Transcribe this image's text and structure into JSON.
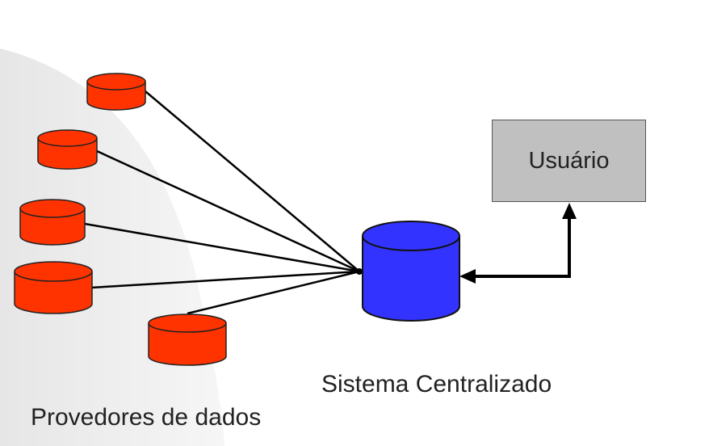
{
  "labels": {
    "providers": "Provedores  de dados",
    "central_system": "Sistema Centralizado",
    "user": "Usuário"
  },
  "colors": {
    "provider_fill": "#ff3300",
    "central_fill": "#3333ff",
    "user_box_fill": "#c0c0c0",
    "line": "#000000"
  },
  "icons": {
    "provider": "database-icon",
    "central": "database-icon"
  }
}
